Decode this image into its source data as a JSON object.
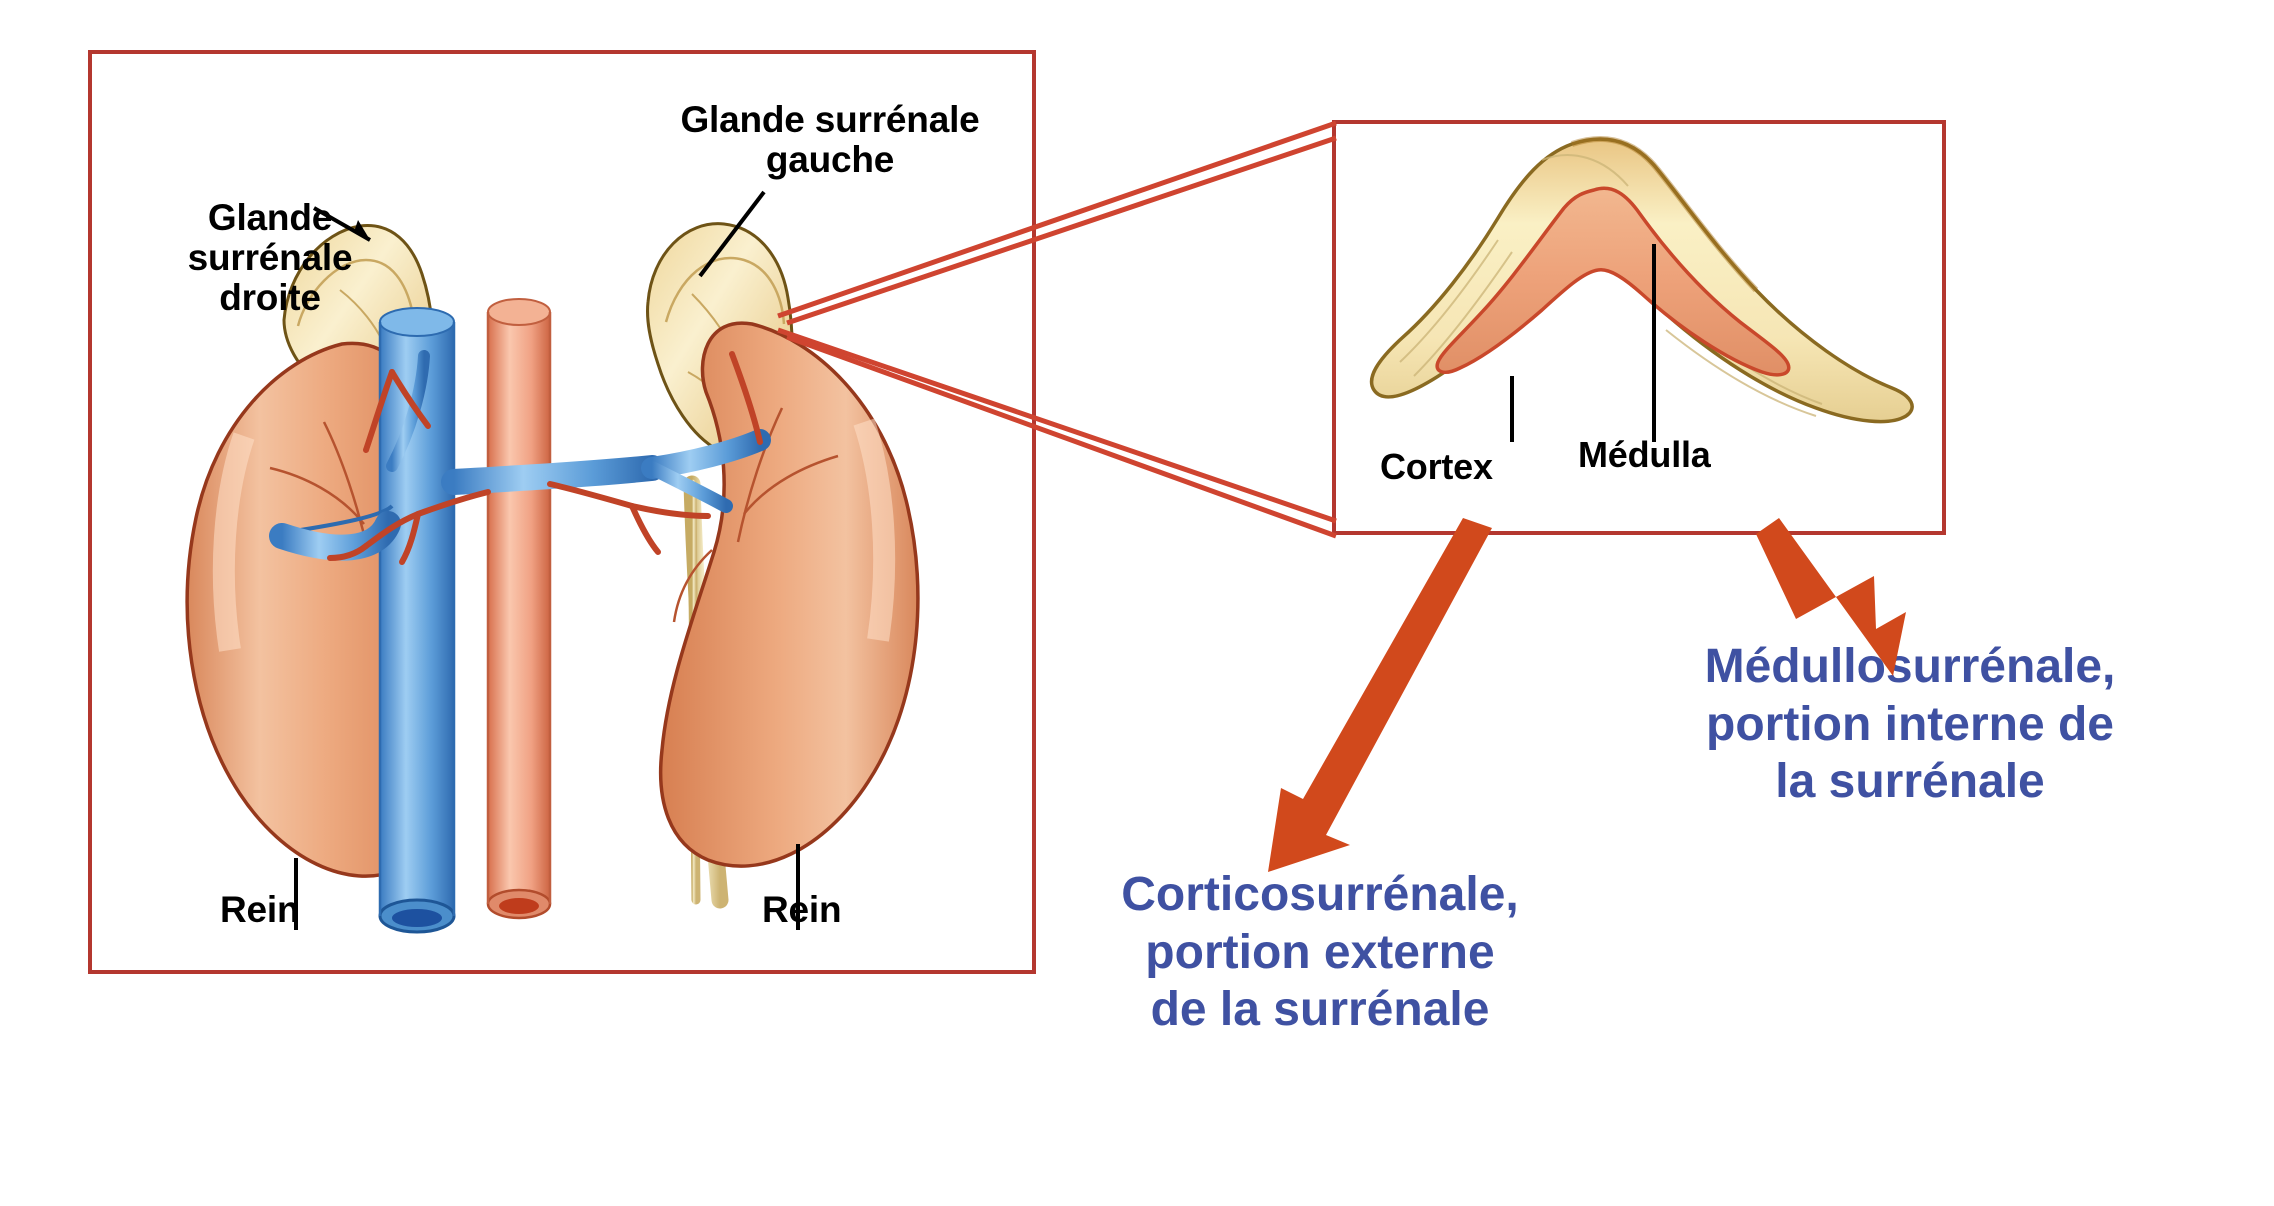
{
  "figure": {
    "title": "Glandes surrénales et coupe de la surrénale",
    "language": "fr",
    "background_color": "#ffffff"
  },
  "colors": {
    "frame_border": "#b4372f",
    "connector_line": "#cf4430",
    "arrow": "#d1491c",
    "blue_label_text": "#3f51a2",
    "callout_text": "#000000",
    "kidney_fill": "#e9a071",
    "kidney_highlight": "#f6c9a6",
    "kidney_outline": "#9d3b1e",
    "gland_fill": "#f0dba2",
    "gland_highlight": "#faf0cf",
    "gland_outline": "#8a6a21",
    "vein_blue": "#4f93d6",
    "vein_blue_dark": "#2b6cb5",
    "artery_red": "#ef9c81",
    "artery_red_dark": "#cc5f40",
    "ureter": "#e8d9a8",
    "medulla_fill": "#eca479",
    "medulla_outline": "#c9482b"
  },
  "main_panel": {
    "name": "kidneys-and-adrenal-glands-panel",
    "labels": {
      "right_gland": "Glande\nsurrénale\ndroite",
      "left_gland": "Glande surrénale\ngauche",
      "kidney_left": "Rein",
      "kidney_right": "Rein"
    }
  },
  "inset_panel": {
    "name": "adrenal-gland-cross-section-panel",
    "labels": {
      "cortex": "Cortex",
      "medulla": "Médulla"
    }
  },
  "emphasis_labels": {
    "cortico": "Corticosurrénale,\nportion externe\nde la surrénale",
    "medullo": "Médullosurrénale,\nportion interne de\nla surrénale"
  }
}
